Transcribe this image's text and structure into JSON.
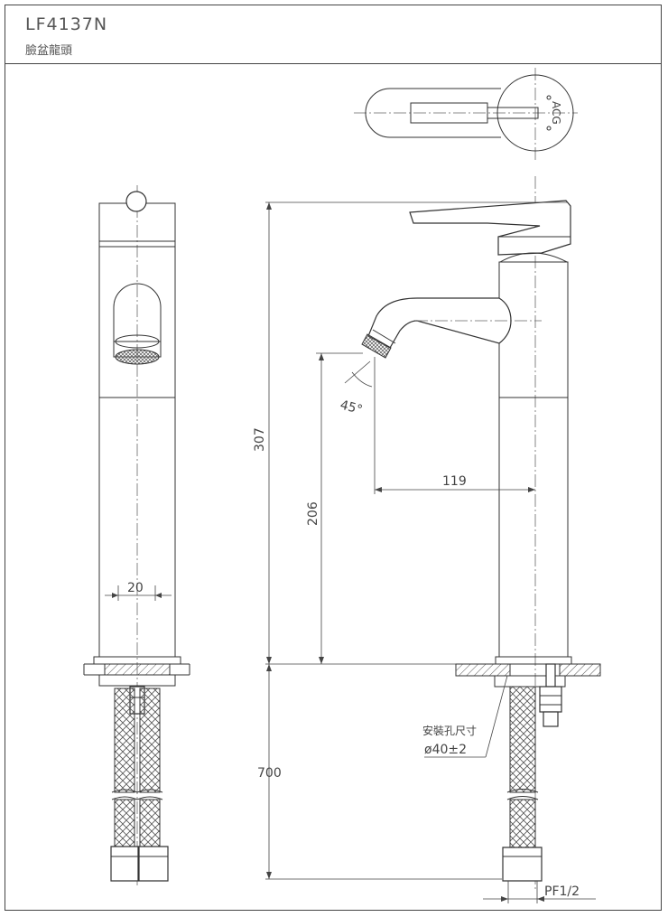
{
  "header": {
    "model_code": "LF4137N",
    "product_name": "臉盆龍頭"
  },
  "dimensions": {
    "handle_width": "20",
    "total_height": "307",
    "spout_height": "206",
    "spout_reach": "119",
    "spout_angle": "45°",
    "hose_length": "700",
    "mount_hole_label": "安裝孔尺寸",
    "mount_hole_size": "ø40±2",
    "thread": "PF1/2"
  },
  "logo": {
    "text": "ACG"
  }
}
